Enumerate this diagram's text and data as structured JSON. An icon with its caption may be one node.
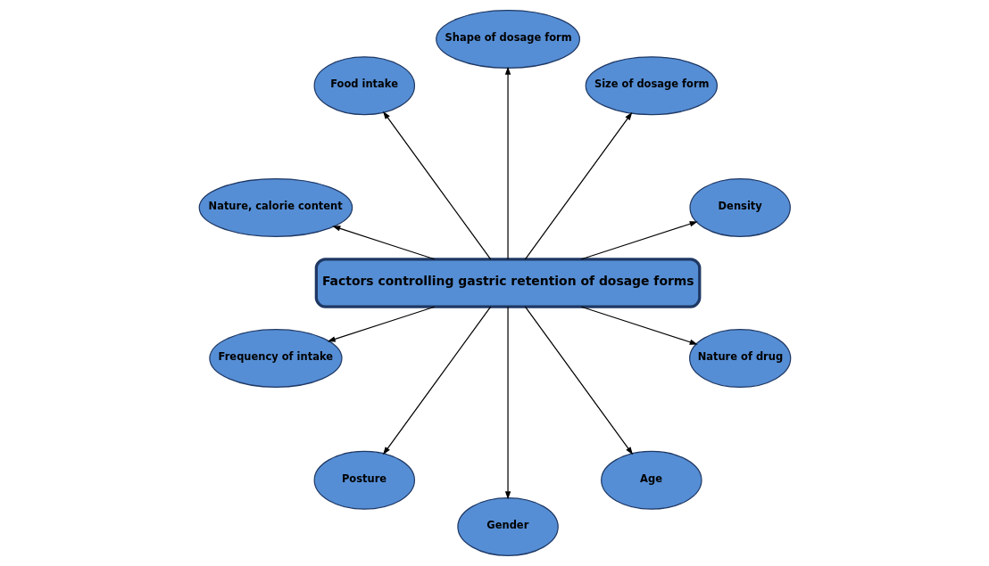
{
  "diagram": {
    "nodes": [
      {
        "text": [
          "Factors controlling gastric retention of dosage forms"
        ]
      },
      {
        "text": [
          "Density"
        ]
      },
      {
        "text": [
          "Size of dosage form"
        ]
      },
      {
        "text": [
          "Shape of dosage form"
        ]
      },
      {
        "text": [
          "Food intake"
        ]
      },
      {
        "text": [
          "Nature, calorie content"
        ]
      },
      {
        "text": [
          "Frequency of intake"
        ]
      },
      {
        "text": [
          "Posture"
        ]
      },
      {
        "text": [
          "Gender"
        ]
      },
      {
        "text": [
          "Age"
        ]
      },
      {
        "text": [
          "Nature of drug"
        ]
      }
    ],
    "edges": [
      {
        "from": 0,
        "to": 1,
        "arrow": "to"
      },
      {
        "from": 0,
        "to": 2,
        "arrow": "to"
      },
      {
        "from": 0,
        "to": 3,
        "arrow": "to"
      },
      {
        "from": 0,
        "to": 4,
        "arrow": "to"
      },
      {
        "from": 0,
        "to": 5,
        "arrow": "to"
      },
      {
        "from": 0,
        "to": 6,
        "arrow": "to"
      },
      {
        "from": 0,
        "to": 7,
        "arrow": "to"
      },
      {
        "from": 0,
        "to": 8,
        "arrow": "to"
      },
      {
        "from": 0,
        "to": 9,
        "arrow": "to"
      },
      {
        "from": 0,
        "to": 10,
        "arrow": "to"
      }
    ]
  }
}
